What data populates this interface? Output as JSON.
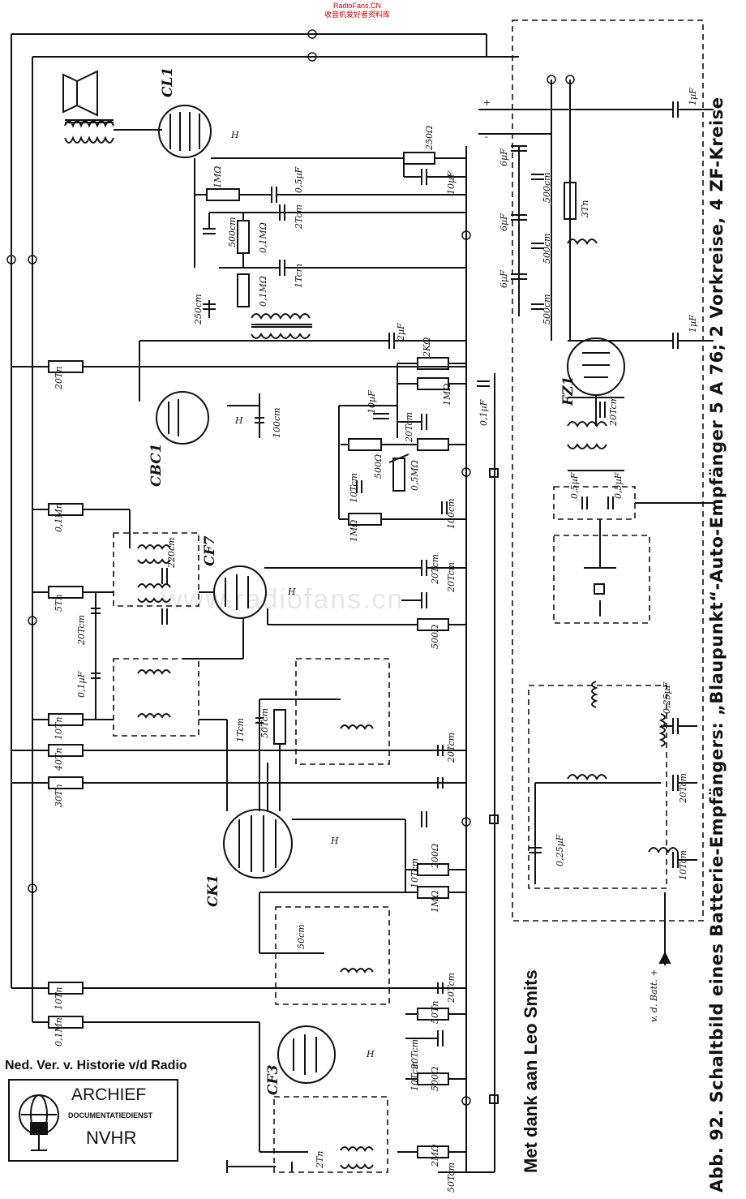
{
  "caption": "Abb. 92. Schaltbild eines Batterie-Empfängers: „Blaupunkt“-Auto-Empfänger 5 A 76; 2 Vorkreise, 4 ZF-Kreise",
  "credit": "Met dank aan Leo Smits",
  "watermark_top": [
    "RadioFans.CN",
    "收音机爱好者资料库"
  ],
  "watermark_center": "www.radiofans.cn",
  "archive": {
    "heading": "Ned. Ver. v. Historie v/d Radio",
    "line1": "ARCHIEF",
    "line2": "DOCUMENTATIEDIENST",
    "line3": "NVHR"
  },
  "tubes": [
    "CL1",
    "CBC1",
    "CF7",
    "CK1",
    "CF3",
    "FZ1"
  ],
  "components": {
    "left_rail": [
      "20Tn",
      "0,1Mn",
      "5Tn",
      "20Tcm",
      "0,1µF",
      "10Tn",
      "40Tn",
      "30Tn",
      "10Tn",
      "0,1Mn"
    ],
    "right_rail": [
      "250Ω",
      "10µF",
      "2µF",
      "2KΩ",
      "1MΩ",
      "0,1µF",
      "20Tcm",
      "500Ω",
      "20Tcm",
      "200Ω",
      "1MΩ",
      "20Tcm",
      "50Tn",
      "500Ω",
      "2MΩ",
      "50Tcm"
    ],
    "mid": [
      "1MΩ",
      "0,5µF",
      "500cm",
      "0,1MΩ",
      "2Tcm",
      "1Tcm",
      "0,1MΩ",
      "250cm",
      "100cm",
      "10µF",
      "20Tcm",
      "500Ω",
      "0,5MΩ",
      "10Tcm",
      "100cm",
      "1MΩ",
      "20Tcm",
      "220cm",
      "1Tcm",
      "50Tcm",
      "10Tcm",
      "50cm",
      "20Tcm",
      "10Tcm",
      "2Tn"
    ],
    "power": [
      "6µF",
      "6µF",
      "6µF",
      "500cm",
      "500cm",
      "500cm",
      "3Tn",
      "1µF",
      "1µF",
      "20Tcm",
      "0,5µF",
      "0,5µF",
      "0,25µF",
      "20Tcm",
      "10Tcm",
      "0,25µF"
    ],
    "marks": [
      "H",
      "H",
      "H",
      "H",
      "H",
      "+",
      "-"
    ]
  },
  "battery_label": "v. d. Batt. +"
}
